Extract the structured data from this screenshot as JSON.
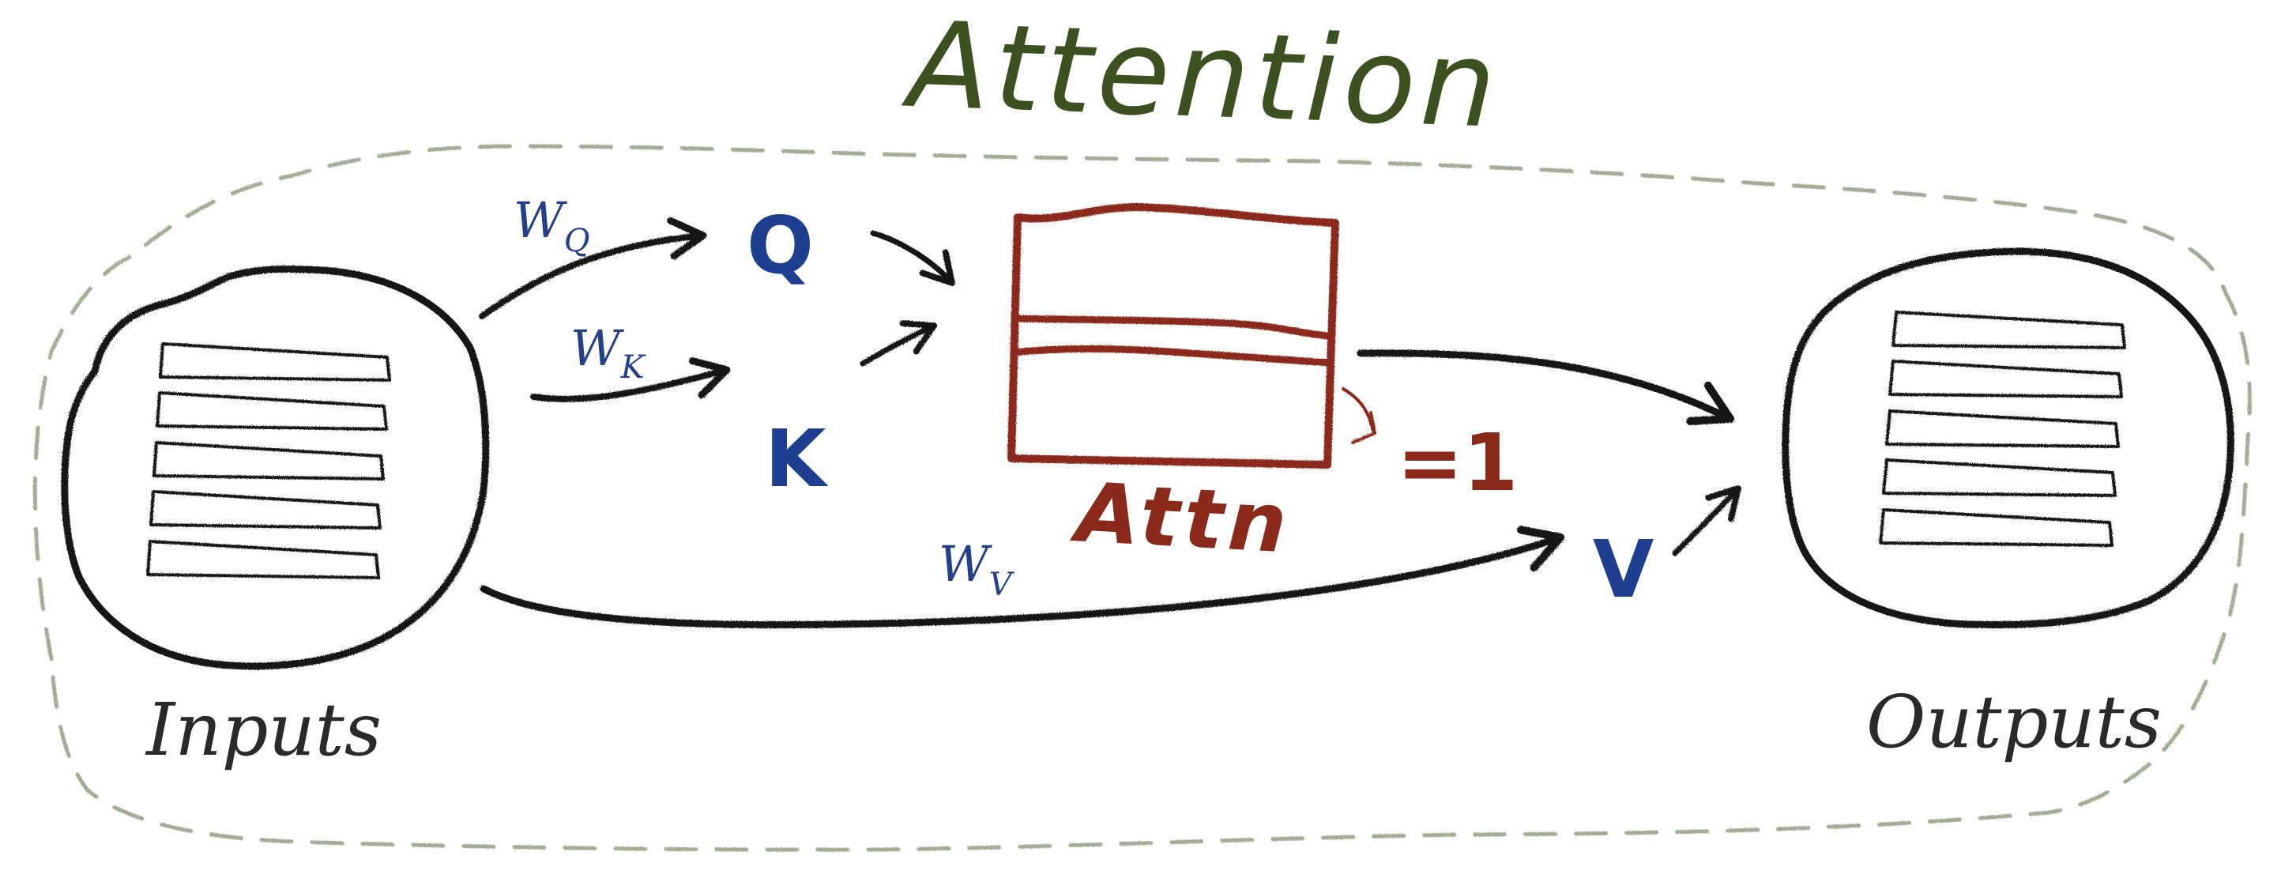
{
  "diagram": {
    "title": "Attention",
    "inputs": {
      "label": "Inputs",
      "rows": 5
    },
    "outputs": {
      "label": "Outputs",
      "rows": 5
    },
    "weights": {
      "query": {
        "base": "W",
        "sub": "Q"
      },
      "key": {
        "base": "W",
        "sub": "K"
      },
      "value": {
        "base": "W",
        "sub": "V"
      }
    },
    "vectors": {
      "query": "Q",
      "key": "K",
      "value": "V"
    },
    "attention_matrix": {
      "label": "Attn",
      "row_sum_note": "=1"
    },
    "colors": {
      "title": "#3b5220",
      "frame_dashed": "#a3ad95",
      "ink": "#141414",
      "vectors": "#1e3f8f",
      "attention": "#8b2a1a"
    }
  }
}
